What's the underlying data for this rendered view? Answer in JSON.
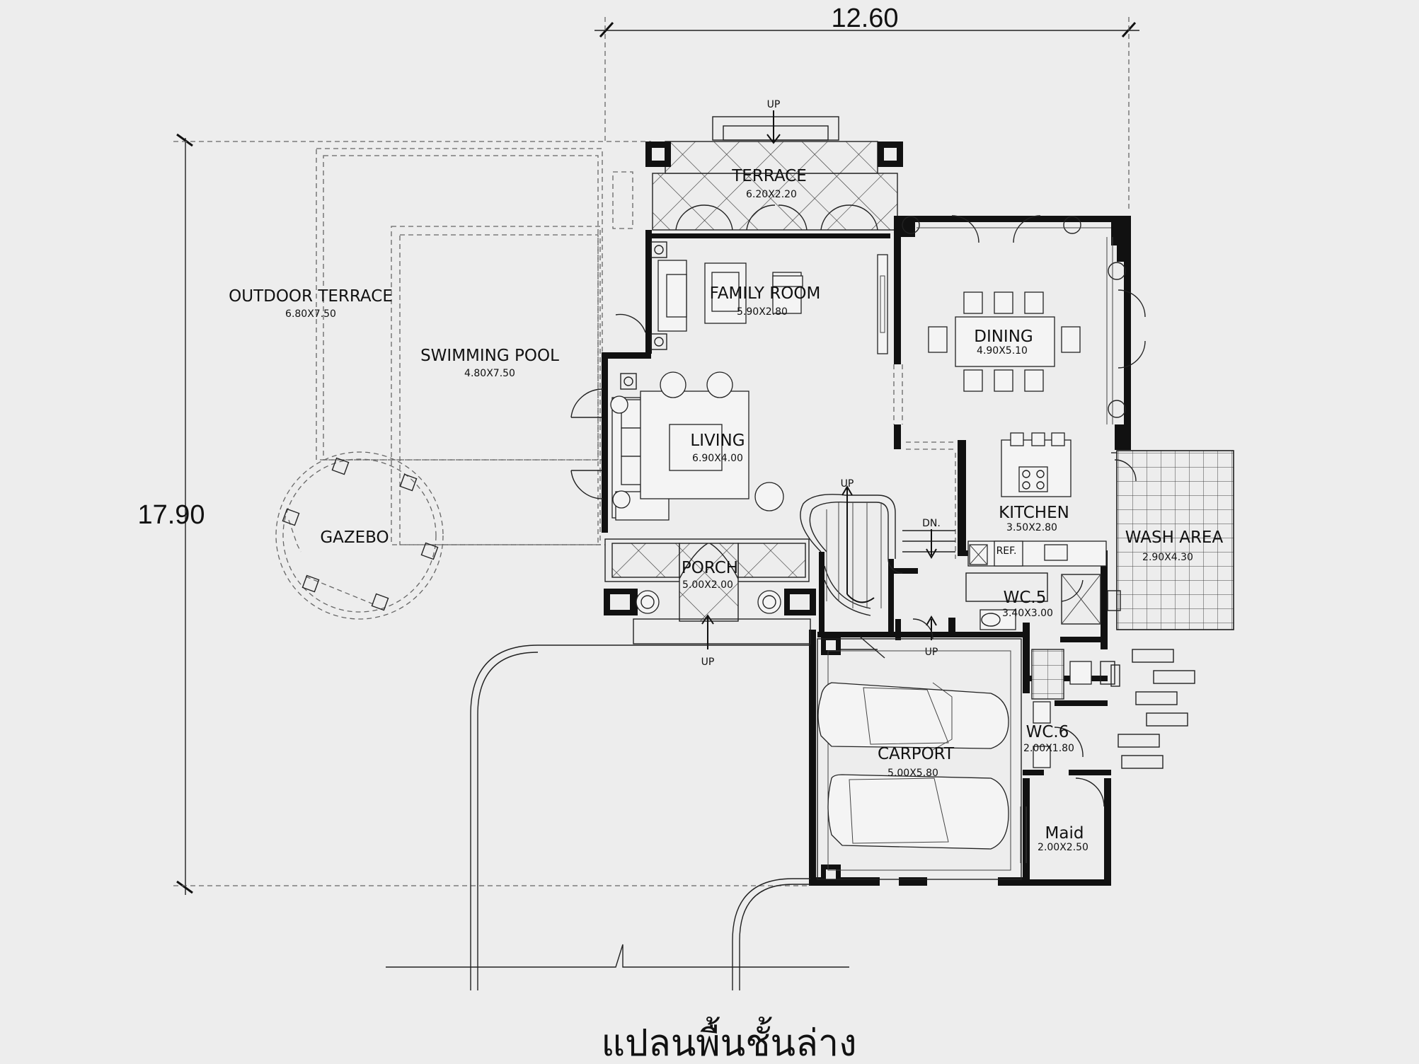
{
  "dimensions": {
    "width_total": "12.60",
    "depth_total": "17.90"
  },
  "rooms": {
    "terrace": {
      "name": "TERRACE",
      "size": "6.20X2.20"
    },
    "family_room": {
      "name": "FAMILY ROOM",
      "size": "5.90X2.80"
    },
    "dining": {
      "name": "DINING",
      "size": "4.90X5.10"
    },
    "outdoor_terrace": {
      "name": "OUTDOOR TERRACE",
      "size": "6.80X7.50"
    },
    "swimming_pool": {
      "name": "SWIMMING POOL",
      "size": "4.80X7.50"
    },
    "living": {
      "name": "LIVING",
      "size": "6.90X4.00"
    },
    "gazebo": {
      "name": "GAZEBO"
    },
    "kitchen": {
      "name": "KITCHEN",
      "size": "3.50X2.80"
    },
    "wash_area": {
      "name": "WASH AREA",
      "size": "2.90X4.30"
    },
    "porch": {
      "name": "PORCH",
      "size": "5.00X2.00"
    },
    "wc5": {
      "name": "WC.5",
      "size": "3.40X3.00"
    },
    "wc6": {
      "name": "WC.6",
      "size": "2.00X1.80"
    },
    "carport": {
      "name": "CARPORT",
      "size": "5.00X5.80"
    },
    "maid": {
      "name": "Maid",
      "size": "2.00X2.50"
    }
  },
  "markers": {
    "up": "UP",
    "down": "DN.",
    "ref": "REF."
  },
  "title": "แปลนพื้นชั้นล่าง"
}
